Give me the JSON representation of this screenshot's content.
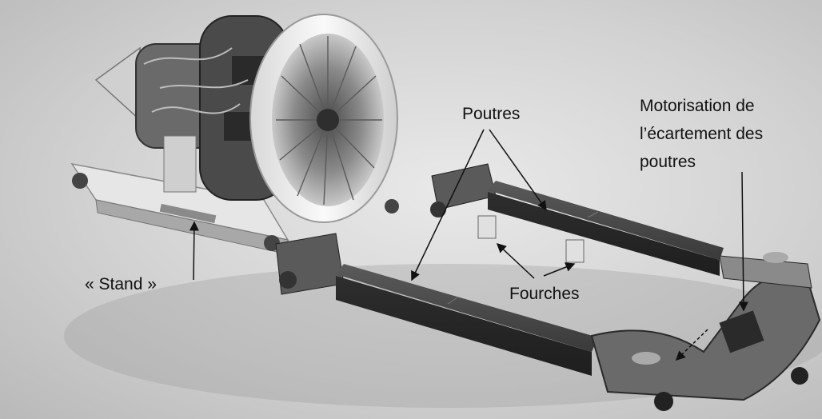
{
  "image": {
    "description_labels": {
      "poutres": "Poutres",
      "motorisation": [
        "Motorisation de",
        "l’écartement des",
        "poutres"
      ],
      "stand": "« Stand »",
      "fourches": "Fourches"
    }
  },
  "colors": {
    "background": "#d6d6d6",
    "metal_dark": "#3c3c3c",
    "metal_mid": "#6e6e6e",
    "metal_light": "#b8b8b8",
    "nacelle": "#f2f2f2",
    "text": "#111111"
  }
}
